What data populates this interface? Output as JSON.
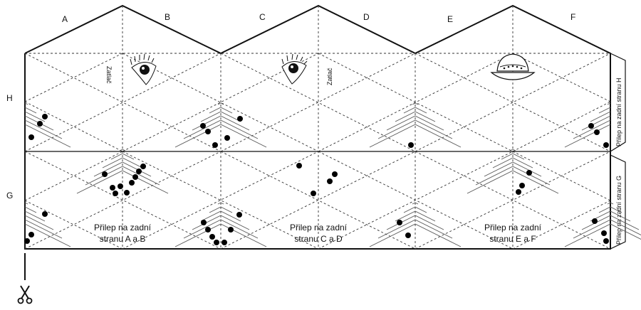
{
  "edge_labels": {
    "top": [
      "A",
      "B",
      "C",
      "D",
      "E",
      "F"
    ],
    "left": [
      "H",
      "G"
    ]
  },
  "zatlac_labels": [
    "Zatlač",
    "Zatlač"
  ],
  "glue_labels": [
    {
      "line1": "Přilep na zadní",
      "line2": "stranu A a B"
    },
    {
      "line1": "Přilep na zadní",
      "line2": "stranu C a D"
    },
    {
      "line1": "Přilep na zadní",
      "line2": "stranu E a F"
    }
  ],
  "side_tabs": [
    "Přilep na zadní stranu H",
    "Přilep na zadní stranu G"
  ],
  "icons": [
    "eye-icon",
    "eye-icon",
    "helmet-icon",
    "scissors-icon"
  ],
  "colors": {
    "line": "#111111",
    "dot": "#000000",
    "stair": "#555555"
  }
}
